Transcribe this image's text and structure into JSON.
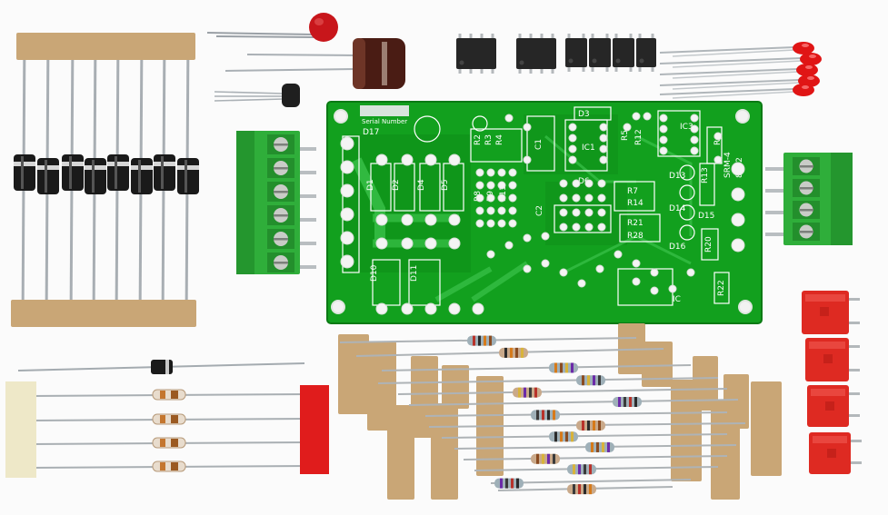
{
  "pcb": {
    "serial_label": "Serial Number",
    "board_name": "SRM-4",
    "board_rev": "8012",
    "refs": [
      "D17",
      "D1",
      "D2",
      "D4",
      "D5",
      "D3",
      "R2",
      "R3",
      "R4",
      "C1",
      "IC1",
      "R5",
      "R12",
      "IC3",
      "R6",
      "R8",
      "R9",
      "R11",
      "D6",
      "R7",
      "R14",
      "D13",
      "D14",
      "D15",
      "D16",
      "R13",
      "R21",
      "R28",
      "R20",
      "D10",
      "D11",
      "R22",
      "IC",
      "C2"
    ]
  },
  "colors": {
    "board": "#12a01e",
    "board_dark": "#0a8a15",
    "terminal_block": "#2fae3a",
    "tape": "#c9a676",
    "capacitor": "#d11a1a",
    "electrolytic": "#4a1c14",
    "led": "#e01515",
    "diode_body": "#1a1a1a"
  },
  "icons": [
    "pcb-board",
    "terminal-block",
    "axial-diode",
    "resistor",
    "dip-ic",
    "led",
    "electrolytic-capacitor",
    "ceramic-capacitor",
    "transistor",
    "film-capacitor"
  ]
}
